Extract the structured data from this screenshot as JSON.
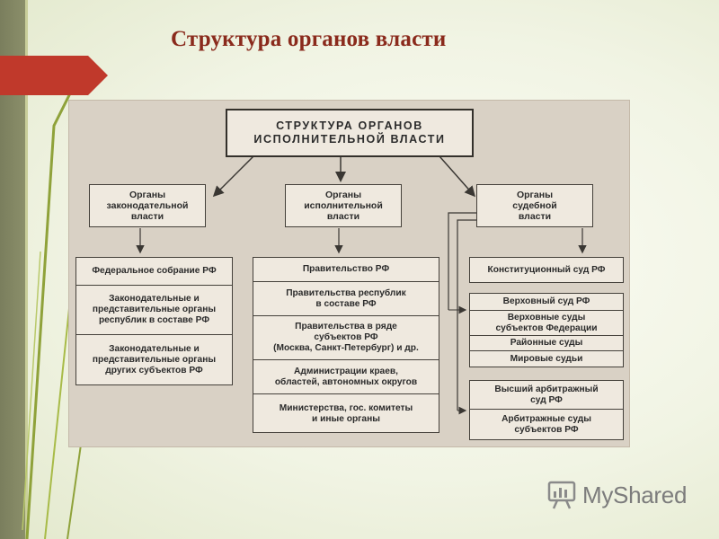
{
  "slide": {
    "title": "Структура органов власти"
  },
  "diagram": {
    "root": "СТРУКТУРА ОРГАНОВ\nИСПОЛНИТЕЛЬНОЙ ВЛАСТИ",
    "branches": [
      {
        "heading": "Органы\nзаконодательной\nвласти",
        "items": [
          "Федеральное собрание РФ",
          "Законодательные и\nпредставительные органы\nреспублик в составе РФ",
          "Законодательные и\nпредставительные органы\nдругих субъектов РФ"
        ]
      },
      {
        "heading": "Органы\nисполнительной\nвласти",
        "items": [
          "Правительство РФ",
          "Правительства республик\nв составе РФ",
          "Правительства в ряде\nсубъектов РФ\n(Москва, Санкт-Петербург) и др.",
          "Администрации краев,\nобластей, автономных округов",
          "Министерства, гос. комитеты\nи иные органы"
        ]
      },
      {
        "heading": "Органы\nсудебной\nвласти",
        "constitutional": "Конституционный суд РФ",
        "general_courts": [
          "Верховный суд РФ",
          "Верховные суды\nсубъектов Федерации",
          "Районные суды",
          "Мировые судьи"
        ],
        "arbitration_courts": [
          "Высший арбитражный\nсуд РФ",
          "Арбитражные суды\nсубъектов РФ"
        ]
      }
    ]
  },
  "watermark": {
    "text": "MyShared"
  },
  "colors": {
    "title": "#8a2a1c",
    "accent": "#c0392b",
    "panel": "#d9d1c5",
    "box": "#efe9df"
  }
}
